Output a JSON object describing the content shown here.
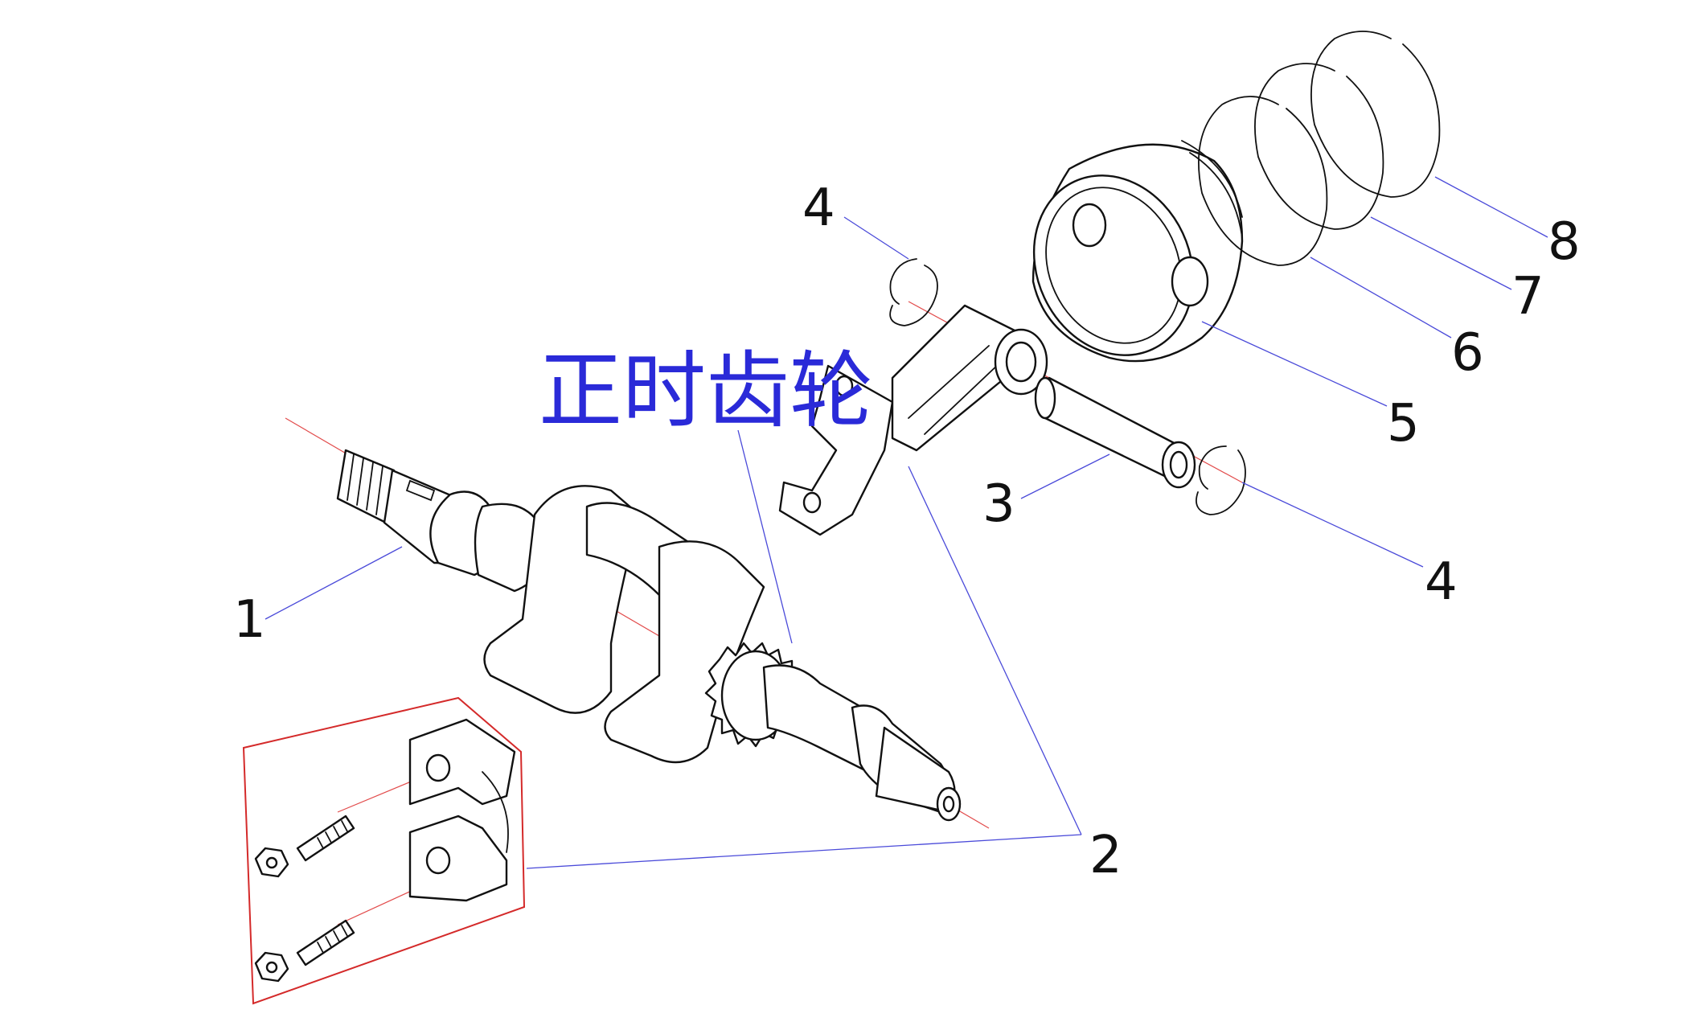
{
  "colors": {
    "leader": "#4a4ad9",
    "annotation": "#2a2ad8",
    "axis": "#e24b4b",
    "frame": "#d42a2a",
    "ink": "#111111"
  },
  "annotation": {
    "text": "正时齿轮"
  },
  "callouts": [
    {
      "id": "1",
      "label": "1"
    },
    {
      "id": "2",
      "label": "2"
    },
    {
      "id": "3",
      "label": "3"
    },
    {
      "id": "4a",
      "label": "4"
    },
    {
      "id": "4b",
      "label": "4"
    },
    {
      "id": "5",
      "label": "5"
    },
    {
      "id": "6",
      "label": "6"
    },
    {
      "id": "7",
      "label": "7"
    },
    {
      "id": "8",
      "label": "8"
    }
  ]
}
